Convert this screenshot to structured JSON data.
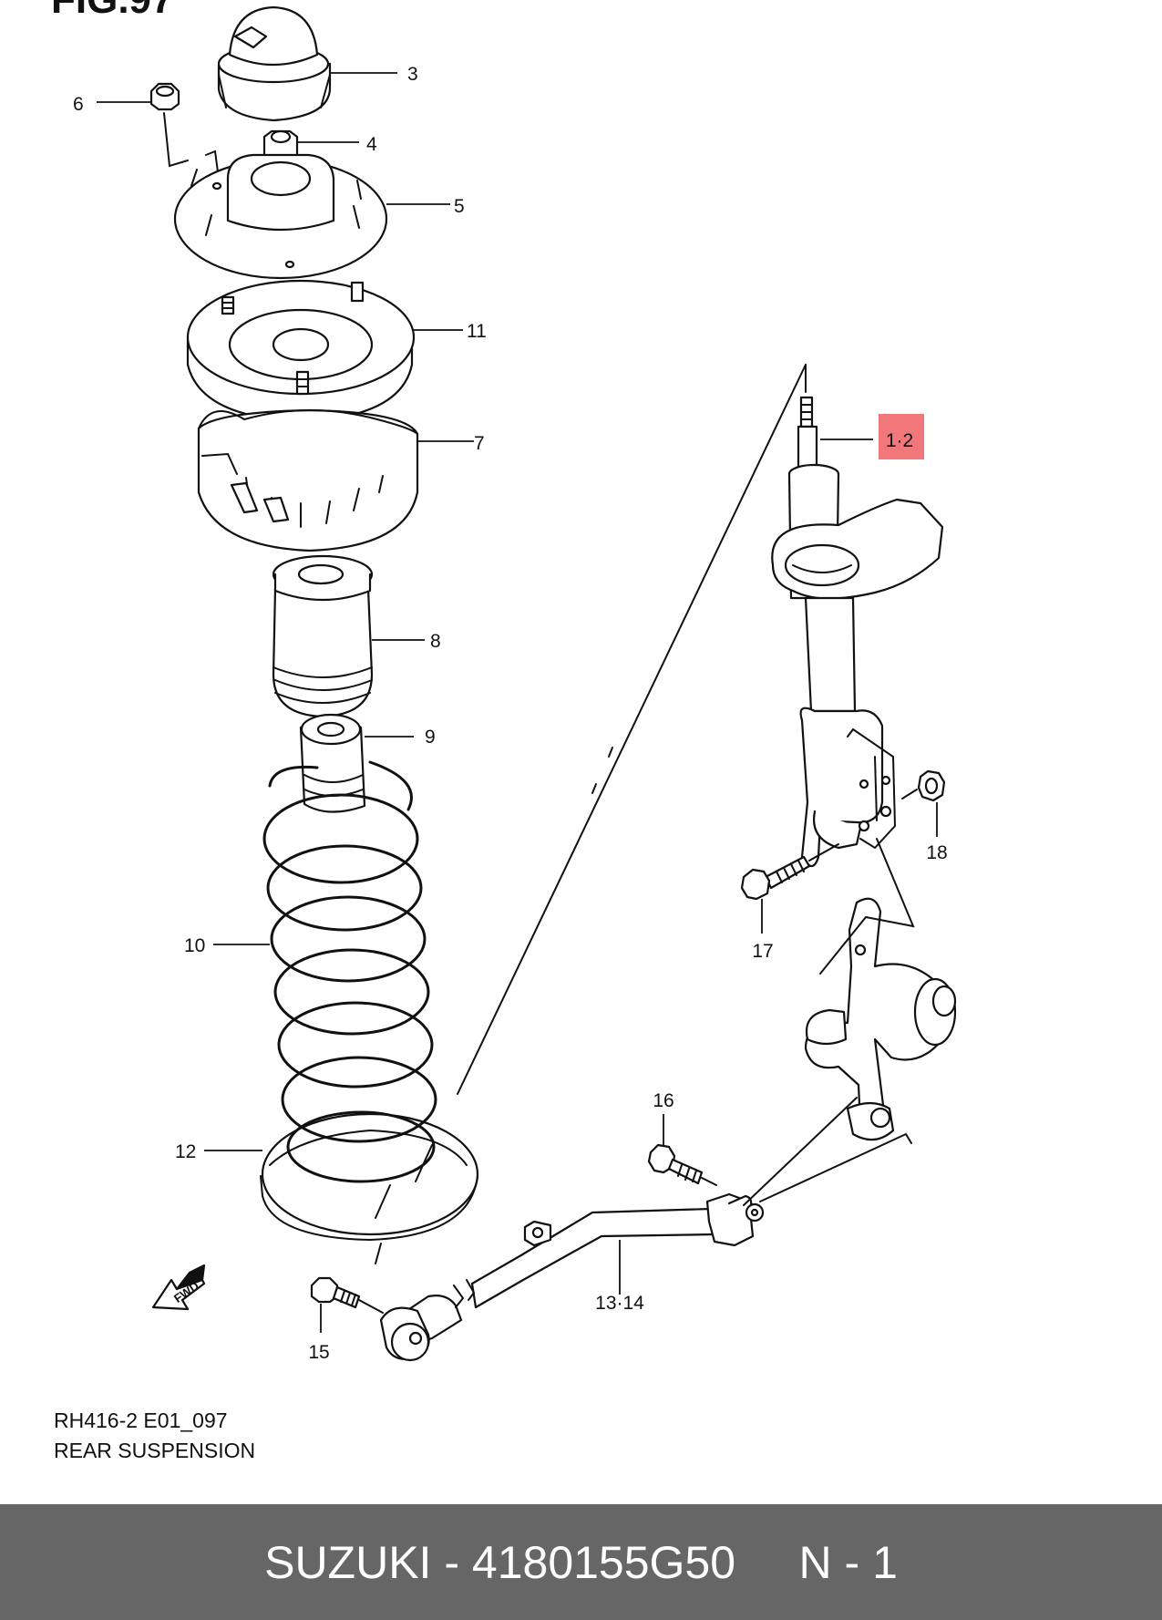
{
  "figure": {
    "title": "FIG.97",
    "code": "RH416-2 E01_097",
    "name": "REAR SUSPENSION",
    "fwd_label": "FWD",
    "highlight_color": "#f1777b",
    "callouts": [
      "1·2",
      "3",
      "4",
      "5",
      "6",
      "7",
      "8",
      "9",
      "10",
      "11",
      "12",
      "13·14",
      "15",
      "16",
      "17",
      "18"
    ]
  },
  "footer": {
    "brand": "SUZUKI",
    "separator": " - ",
    "part_number": "4180155G50",
    "gap": "     ",
    "quantity": "N - 1",
    "background": "#666666"
  }
}
